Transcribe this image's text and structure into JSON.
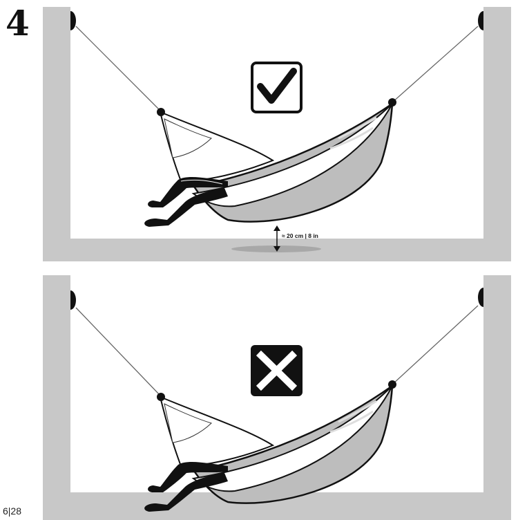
{
  "step": {
    "number": "4"
  },
  "page": {
    "number": "6|28"
  },
  "correct_panel": {
    "icon": "checkmark-icon",
    "clearance": {
      "text": "≈ 20 cm | 8 in"
    }
  },
  "wrong_panel": {
    "icon": "cross-icon"
  },
  "colors": {
    "wall": "#c8c8c8",
    "floor": "#c8c8c8",
    "hammock_shadow": "#b4b4b4",
    "outline": "#111111"
  }
}
